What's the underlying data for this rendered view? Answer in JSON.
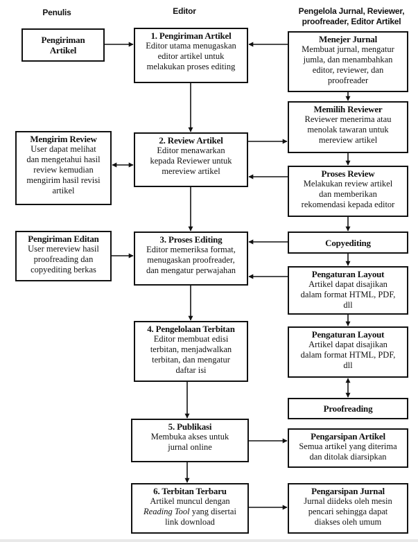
{
  "headers": {
    "penulis": "Penulis",
    "editor": "Editor",
    "pengelola_line1": "Pengelola Jurnal, Reviewer,",
    "pengelola_line2": "proofreader, Editor Artikel"
  },
  "penulis": {
    "pengiriman_artikel": {
      "title_l1": "Pengiriman",
      "title_l2": "Artikel"
    },
    "mengirim_review": {
      "title": "Mengirim Review",
      "desc": [
        "User dapat melihat",
        "dan mengetahui hasil",
        "review kemudian",
        "mengirim hasil revisi",
        "artikel"
      ]
    },
    "pengiriman_editan": {
      "title": "Pengiriman Editan",
      "desc": [
        "User mereview hasil",
        "proofreading dan",
        "copyediting berkas"
      ]
    }
  },
  "editor": {
    "step1": {
      "title": "1. Pengiriman Artikel",
      "desc": [
        "Editor utama menugaskan",
        "editor artikel untuk",
        "melakukan proses editing"
      ]
    },
    "step2": {
      "title": "2. Review Artikel",
      "desc": [
        "Editor menawarkan",
        "kepada Reviewer untuk",
        "mereview artikel"
      ]
    },
    "step3": {
      "title": "3. Proses Editing",
      "desc": [
        "Editor memeriksa format,",
        "menugaskan proofreader,",
        "dan mengatur perwajahan"
      ]
    },
    "step4": {
      "title": "4. Pengelolaan Terbitan",
      "desc": [
        "Editor membuat edisi",
        "terbitan, menjadwalkan",
        "terbitan, dan mengatur",
        "daftar isi"
      ]
    },
    "step5": {
      "title": "5. Publikasi",
      "desc": [
        "Membuka akses untuk",
        "jurnal online"
      ]
    },
    "step6": {
      "title": "6. Terbitan Terbaru",
      "desc_l1": "Artikel muncul dengan",
      "desc_l2_italic": "Reading Tool",
      "desc_l2_rest": " yang disertai",
      "desc_l3": "link download"
    }
  },
  "pengelola": {
    "menejer": {
      "title": "Menejer Jurnal",
      "desc": [
        "Membuat jurnal, mengatur",
        "jumla, dan menambahkan",
        "editor, reviewer, dan",
        "proofreader"
      ]
    },
    "memilih_reviewer": {
      "title": "Memilih Reviewer",
      "desc": [
        "Reviewer menerima atau",
        "menolak tawaran untuk",
        "mereview artikel"
      ]
    },
    "proses_review": {
      "title": "Proses Review",
      "desc": [
        "Melakukan review artikel",
        "dan memberikan",
        "rekomendasi kepada editor"
      ]
    },
    "copyediting": {
      "title": "Copyediting"
    },
    "layout1": {
      "title": "Pengaturan Layout",
      "desc": [
        "Artikel dapat disajikan",
        "dalam format HTML, PDF,",
        "dll"
      ]
    },
    "layout2": {
      "title": "Pengaturan Layout",
      "desc": [
        "Artikel dapat disajikan",
        "dalam format HTML, PDF,",
        "dll"
      ]
    },
    "proofreading": {
      "title": "Proofreading"
    },
    "pengarsipan_artikel": {
      "title": "Pengarsipan Artikel",
      "desc": [
        "Semua artikel yang diterima",
        "dan ditolak diarsipkan"
      ]
    },
    "pengarsipan_jurnal": {
      "title": "Pengarsipan Jurnal",
      "desc": [
        "Jurnal diideks oleh mesin",
        "pencari sehingga dapat",
        "diakses oleh umum"
      ]
    }
  }
}
